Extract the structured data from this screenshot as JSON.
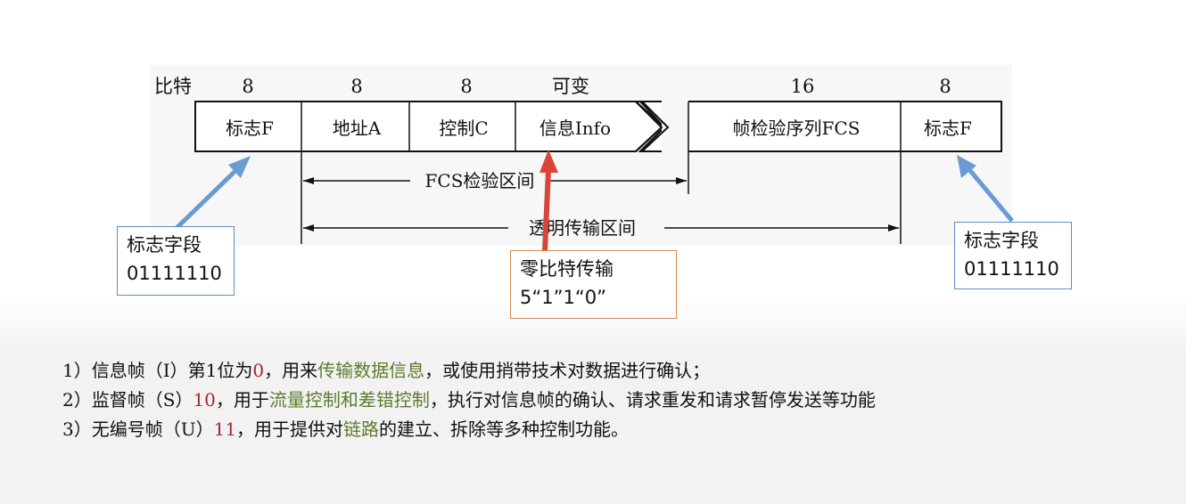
{
  "header": {
    "bits_label": "比特",
    "sizes": [
      "8",
      "8",
      "8",
      "可变",
      "16",
      "8"
    ]
  },
  "fields": [
    "标志F",
    "地址A",
    "控制C",
    "信息Info",
    "帧检验序列FCS",
    "标志F"
  ],
  "ranges": {
    "fcs": "FCS检验区间",
    "transparent": "透明传输区间"
  },
  "callouts": {
    "flag_left": {
      "title": "标志字段",
      "value": "01111110"
    },
    "flag_right": {
      "title": "标志字段",
      "value": "01111110"
    },
    "zero_bit": {
      "title": "零比特传输",
      "value": "5“1”1“0”"
    }
  },
  "colors": {
    "blue_arrow": "#6a9bd3",
    "red_arrow": "#d9443a",
    "highlight_red": "#a8272b",
    "highlight_green": "#5e7a2e"
  },
  "notes": [
    {
      "num": "1）",
      "a": "信息帧（I）第1位为",
      "code": "0",
      "b": "，用来",
      "hl": "传输数据信息",
      "c": "，或使用捎带技术对数据进行确认；"
    },
    {
      "num": "2）",
      "a": "监督帧（S）",
      "code": "10",
      "b": "，用于",
      "hl": "流量控制和差错控制",
      "c": "，执行对信息帧的确认、请求重发和请求暂停发送等功能"
    },
    {
      "num": "3）",
      "a": "无编号帧（U）",
      "code": "11",
      "b": "，用于提供对",
      "hl": "链路",
      "c": "的建立、拆除等多种控制功能。"
    }
  ]
}
